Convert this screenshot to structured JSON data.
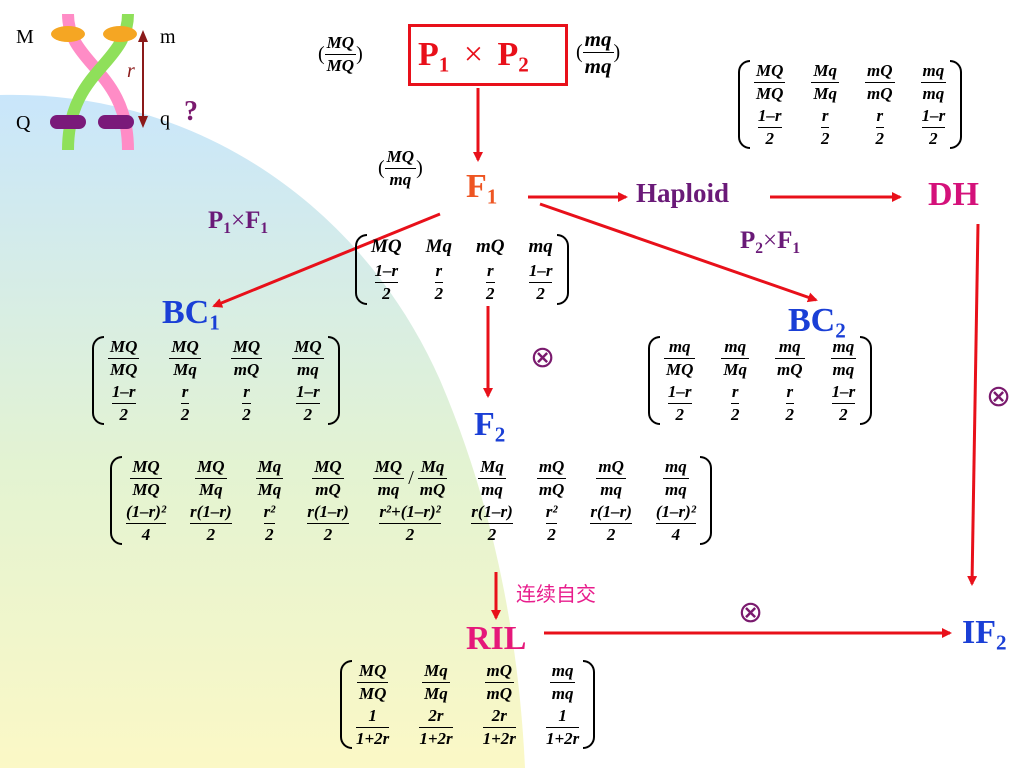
{
  "colors": {
    "arrow": "#e8101a",
    "parent": "#e8101a",
    "f1": "#ee5522",
    "bc": "#1a3fd6",
    "dh": "#d4117a",
    "ril": "#e5187a",
    "haploid": "#6a1a78",
    "selfing": "#e81d8c"
  },
  "chromosome": {
    "left_top": "M",
    "right_top": "m",
    "left_bottom": "Q",
    "right_bottom": "q",
    "distance": "r",
    "question": "?"
  },
  "parents": {
    "p1": "P",
    "p1_sub": "1",
    "cross": "×",
    "p2": "P",
    "p2_sub": "2",
    "p1_geno": {
      "num": "MQ",
      "den": "MQ"
    },
    "p2_geno": {
      "num": "mq",
      "den": "mq"
    }
  },
  "f1": {
    "label": "F",
    "sub": "1",
    "geno": {
      "num": "MQ",
      "den": "mq"
    }
  },
  "haploid": "Haploid",
  "dh": "DH",
  "p1f1": {
    "a": "P",
    "a_sub": "1",
    "x": "×",
    "b": "F",
    "b_sub": "1"
  },
  "p2f1": {
    "a": "P",
    "a_sub": "2",
    "x": "×",
    "b": "F",
    "b_sub": "1"
  },
  "bc1": {
    "label": "BC",
    "sub": "1"
  },
  "bc2": {
    "label": "BC",
    "sub": "2"
  },
  "f2": {
    "label": "F",
    "sub": "2"
  },
  "ril": "RIL",
  "if2": {
    "label": "IF",
    "sub": "2"
  },
  "selfing_label": "连续自交",
  "otimes": "⊗",
  "matrices": {
    "dh": [
      {
        "num": "MQ",
        "den": "MQ",
        "pn": "1–r",
        "pd": "2"
      },
      {
        "num": "Mq",
        "den": "Mq",
        "pn": "r",
        "pd": "2"
      },
      {
        "num": "mQ",
        "den": "mQ",
        "pn": "r",
        "pd": "2"
      },
      {
        "num": "mq",
        "den": "mq",
        "pn": "1–r",
        "pd": "2"
      }
    ],
    "gametes": [
      {
        "top": "MQ",
        "pn": "1–r",
        "pd": "2"
      },
      {
        "top": "Mq",
        "pn": "r",
        "pd": "2"
      },
      {
        "top": "mQ",
        "pn": "r",
        "pd": "2"
      },
      {
        "top": "mq",
        "pn": "1–r",
        "pd": "2"
      }
    ],
    "bc1": [
      {
        "num": "MQ",
        "den": "MQ",
        "pn": "1–r",
        "pd": "2"
      },
      {
        "num": "MQ",
        "den": "Mq",
        "pn": "r",
        "pd": "2"
      },
      {
        "num": "MQ",
        "den": "mQ",
        "pn": "r",
        "pd": "2"
      },
      {
        "num": "MQ",
        "den": "mq",
        "pn": "1–r",
        "pd": "2"
      }
    ],
    "bc2": [
      {
        "num": "mq",
        "den": "MQ",
        "pn": "1–r",
        "pd": "2"
      },
      {
        "num": "mq",
        "den": "Mq",
        "pn": "r",
        "pd": "2"
      },
      {
        "num": "mq",
        "den": "mQ",
        "pn": "r",
        "pd": "2"
      },
      {
        "num": "mq",
        "den": "mq",
        "pn": "1–r",
        "pd": "2"
      }
    ],
    "f2": [
      {
        "num": "MQ",
        "den": "MQ",
        "pn": "(1–r)²",
        "pd": "4"
      },
      {
        "num": "MQ",
        "den": "Mq",
        "pn": "r(1–r)",
        "pd": "2"
      },
      {
        "num": "Mq",
        "den": "Mq",
        "pn": "r²",
        "pd": "2"
      },
      {
        "num": "MQ",
        "den": "mQ",
        "pn": "r(1–r)",
        "pd": "2"
      },
      {
        "num": "MQ",
        "den": "mq",
        "num2": "Mq",
        "den2": "mQ",
        "pn": "r²+(1–r)²",
        "pd": "2"
      },
      {
        "num": "Mq",
        "den": "mq",
        "pn": "r(1–r)",
        "pd": "2"
      },
      {
        "num": "mQ",
        "den": "mQ",
        "pn": "r²",
        "pd": "2"
      },
      {
        "num": "mQ",
        "den": "mq",
        "pn": "r(1–r)",
        "pd": "2"
      },
      {
        "num": "mq",
        "den": "mq",
        "pn": "(1–r)²",
        "pd": "4"
      }
    ],
    "ril": [
      {
        "num": "MQ",
        "den": "MQ",
        "pn": "1",
        "pd": "1+2r"
      },
      {
        "num": "Mq",
        "den": "Mq",
        "pn": "2r",
        "pd": "1+2r"
      },
      {
        "num": "mQ",
        "den": "mQ",
        "pn": "2r",
        "pd": "1+2r"
      },
      {
        "num": "mq",
        "den": "mq",
        "pn": "1",
        "pd": "1+2r"
      }
    ]
  }
}
